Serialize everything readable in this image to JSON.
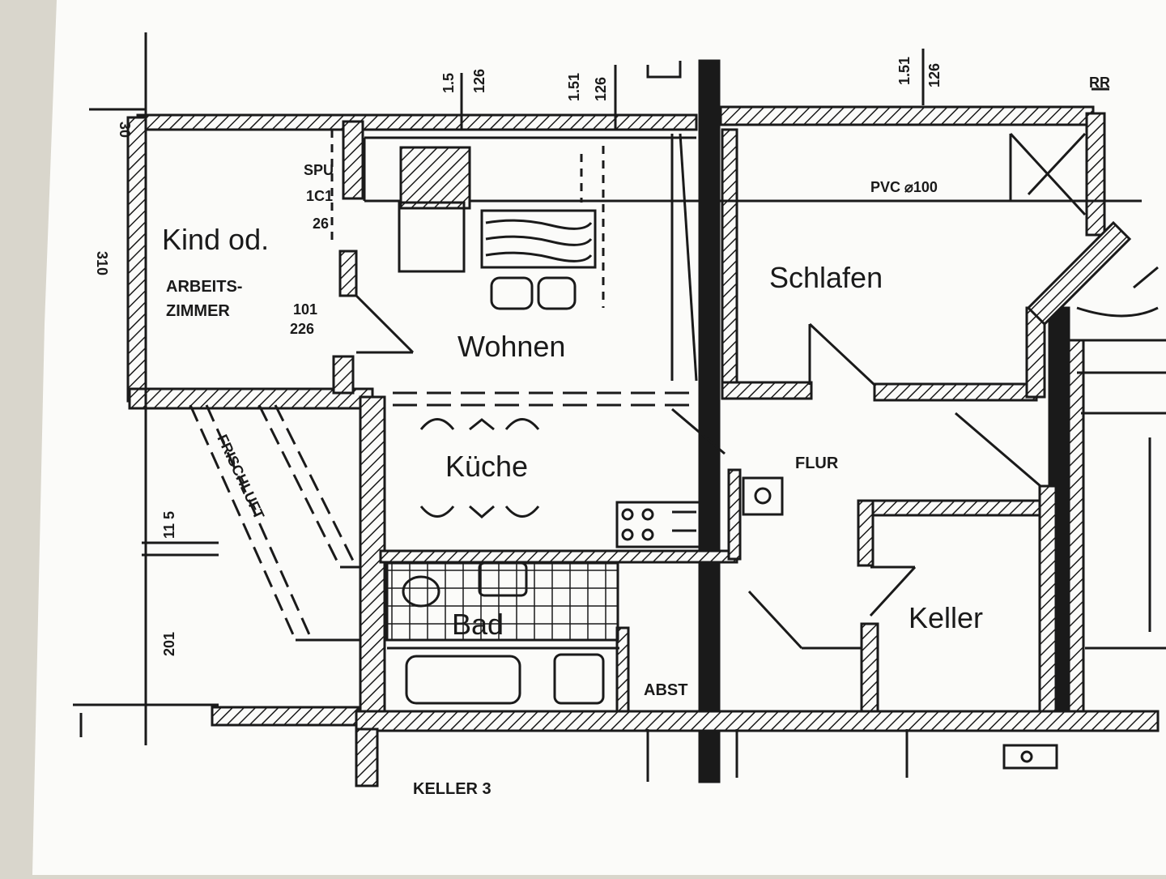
{
  "rooms": {
    "kind": "Kind od.",
    "arbeits_line1": "ARBEITS-",
    "arbeits_line2": "ZIMMER",
    "wohnen": "Wohnen",
    "schlafen": "Schlafen",
    "kueche": "Küche",
    "flur": "FLUR",
    "bad": "Bad",
    "keller": "Keller",
    "abst": "ABST"
  },
  "labels": {
    "spu": "SPU",
    "pvc": "PVC ⌀100",
    "frischluft": "FRISCHLUFT",
    "rr": "RR",
    "keller_bottom": "KELLER 3"
  },
  "dimensions": {
    "d30": "30",
    "d15_top": "1.5",
    "d15_bot": "126",
    "d151a_top": "1.51",
    "d151a_bot": "126",
    "d151b_top": "1.51",
    "d151b_bot": "126",
    "window_top": "101",
    "window_bot": "226",
    "d101_small": "1C1",
    "d26": "26",
    "d11_5": "11 5",
    "d201": "201",
    "d310": "310"
  },
  "colors": {
    "paper": "#fbfbf9",
    "ink": "#1a1a1a",
    "background": "#d9d6cc"
  }
}
